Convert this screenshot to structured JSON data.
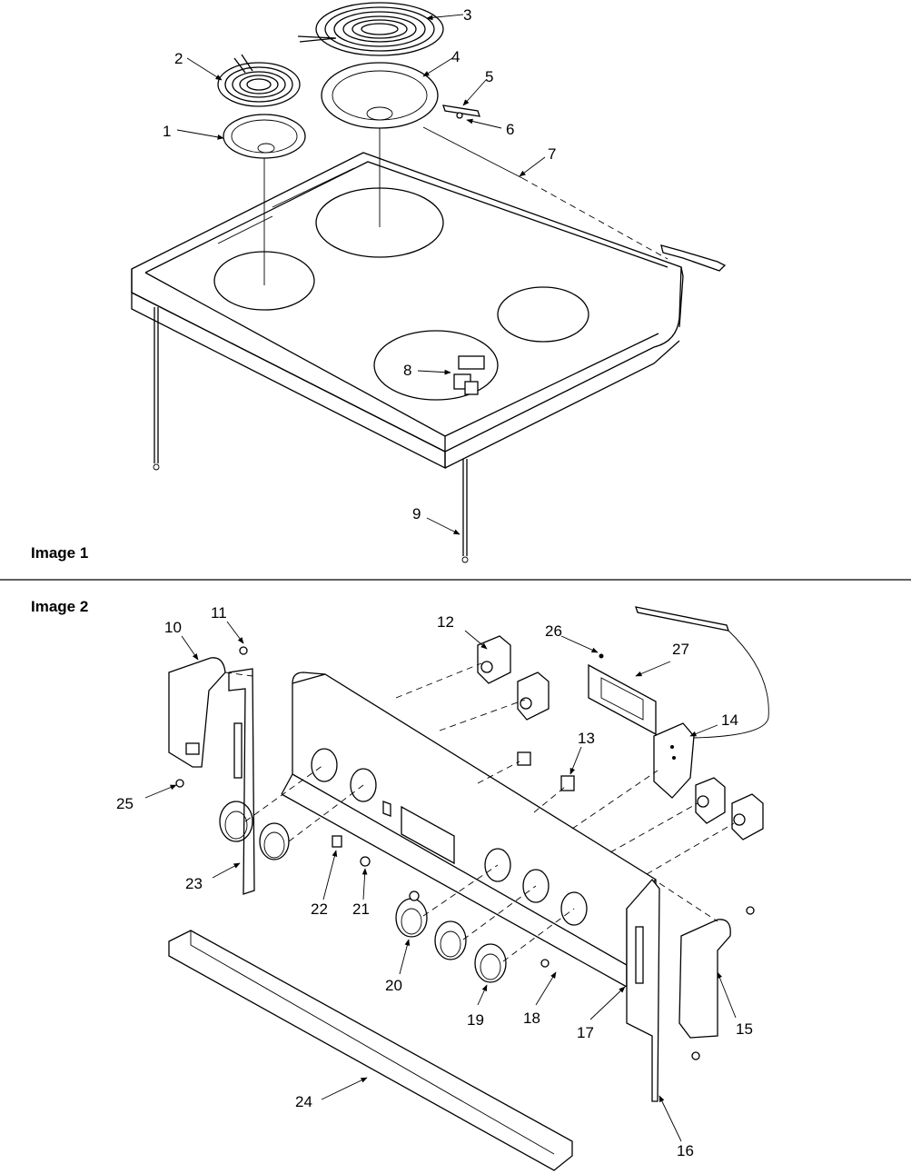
{
  "sections": [
    {
      "label": "Image 1"
    },
    {
      "label": "Image 2"
    }
  ],
  "callouts": [
    "1",
    "2",
    "3",
    "4",
    "5",
    "6",
    "7",
    "8",
    "9",
    "10",
    "11",
    "12",
    "13",
    "14",
    "15",
    "16",
    "17",
    "18",
    "19",
    "20",
    "21",
    "22",
    "23",
    "24",
    "25",
    "26",
    "27"
  ]
}
